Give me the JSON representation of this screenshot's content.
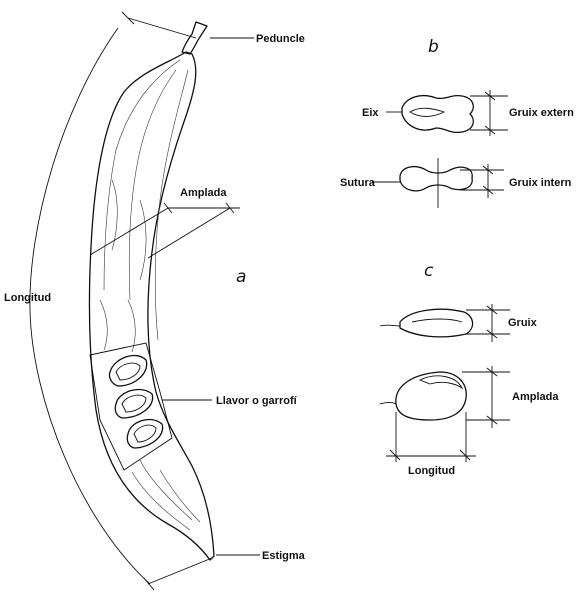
{
  "figure": {
    "panel_a": {
      "letter": "a",
      "labels": {
        "peduncle": "Peduncle",
        "amplada": "Amplada",
        "longitud": "Longitud",
        "llavor": "Llavor o garrofí",
        "estigma": "Estigma"
      }
    },
    "panel_b": {
      "letter": "b",
      "labels": {
        "eix": "Eix",
        "gruix_extern": "Gruix extern",
        "sutura": "Sutura",
        "gruix_intern": "Gruix intern"
      }
    },
    "panel_c": {
      "letter": "c",
      "labels": {
        "gruix": "Gruix",
        "amplada": "Amplada",
        "longitud": "Longitud"
      }
    }
  },
  "colors": {
    "ink": "#111111",
    "background": "#ffffff"
  }
}
